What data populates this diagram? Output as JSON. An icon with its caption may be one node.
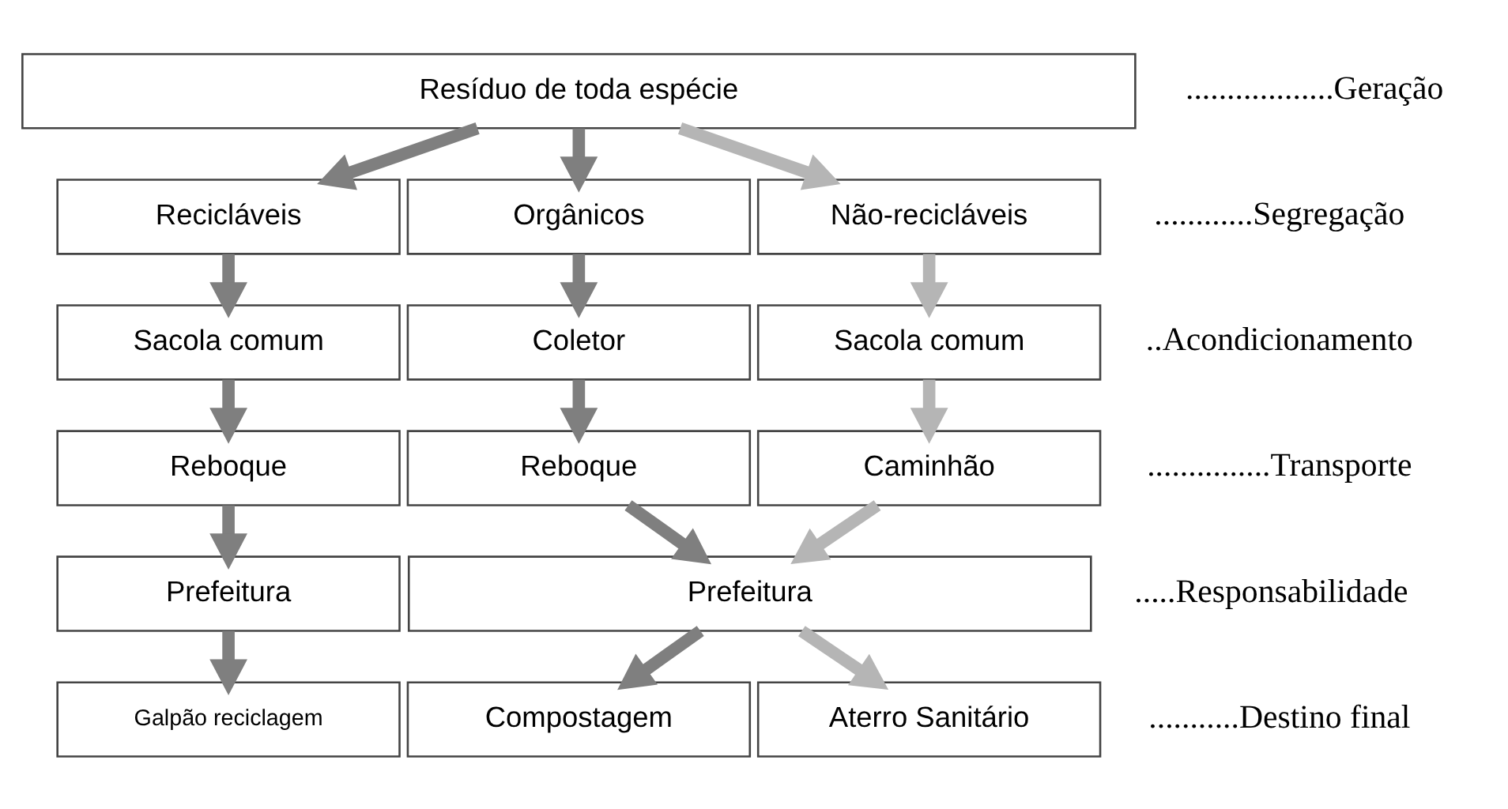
{
  "diagram": {
    "nodes": [
      {
        "text": [
          "Resíduo de toda espécie"
        ]
      },
      {
        "text": [
          "Recicláveis"
        ]
      },
      {
        "text": [
          "Orgânicos"
        ]
      },
      {
        "text": [
          "Não-recicláveis"
        ]
      },
      {
        "text": [
          "Sacola comum"
        ]
      },
      {
        "text": [
          "Coletor"
        ]
      },
      {
        "text": [
          "Sacola comum"
        ]
      },
      {
        "text": [
          "Reboque"
        ]
      },
      {
        "text": [
          "Reboque"
        ]
      },
      {
        "text": [
          "Caminhão"
        ]
      },
      {
        "text": [
          "Prefeitura"
        ]
      },
      {
        "text": [
          "Prefeitura"
        ]
      },
      {
        "text": [
          "Galpão reciclagem"
        ]
      },
      {
        "text": [
          "Compostagem"
        ]
      },
      {
        "text": [
          "Aterro Sanitário"
        ]
      }
    ],
    "edges": [
      {
        "from": 0,
        "to": 1,
        "arrow": "to"
      },
      {
        "from": 0,
        "to": 2,
        "arrow": "to"
      },
      {
        "from": 0,
        "to": 3,
        "arrow": "to",
        "color": "#b5b5b5"
      },
      {
        "from": 1,
        "to": 4,
        "arrow": "to"
      },
      {
        "from": 2,
        "to": 5,
        "arrow": "to"
      },
      {
        "from": 3,
        "to": 6,
        "arrow": "to",
        "color": "#b5b5b5"
      },
      {
        "from": 4,
        "to": 7,
        "arrow": "to"
      },
      {
        "from": 5,
        "to": 8,
        "arrow": "to"
      },
      {
        "from": 6,
        "to": 9,
        "arrow": "to",
        "color": "#b5b5b5"
      },
      {
        "from": 7,
        "to": 10,
        "arrow": "to"
      },
      {
        "from": 8,
        "to": 11,
        "arrow": "to"
      },
      {
        "from": 9,
        "to": 11,
        "arrow": "to",
        "color": "#b5b5b5"
      },
      {
        "from": 10,
        "to": 12,
        "arrow": "to"
      },
      {
        "from": 11,
        "to": 13,
        "arrow": "to"
      },
      {
        "from": 11,
        "to": 14,
        "arrow": "to",
        "color": "#b5b5b5"
      }
    ],
    "labels": [
      "..................Geração",
      "............Segregação",
      "..Acondicionamento",
      "...............Transporte",
      ".....Responsabilidade",
      "...........Destino final"
    ]
  }
}
